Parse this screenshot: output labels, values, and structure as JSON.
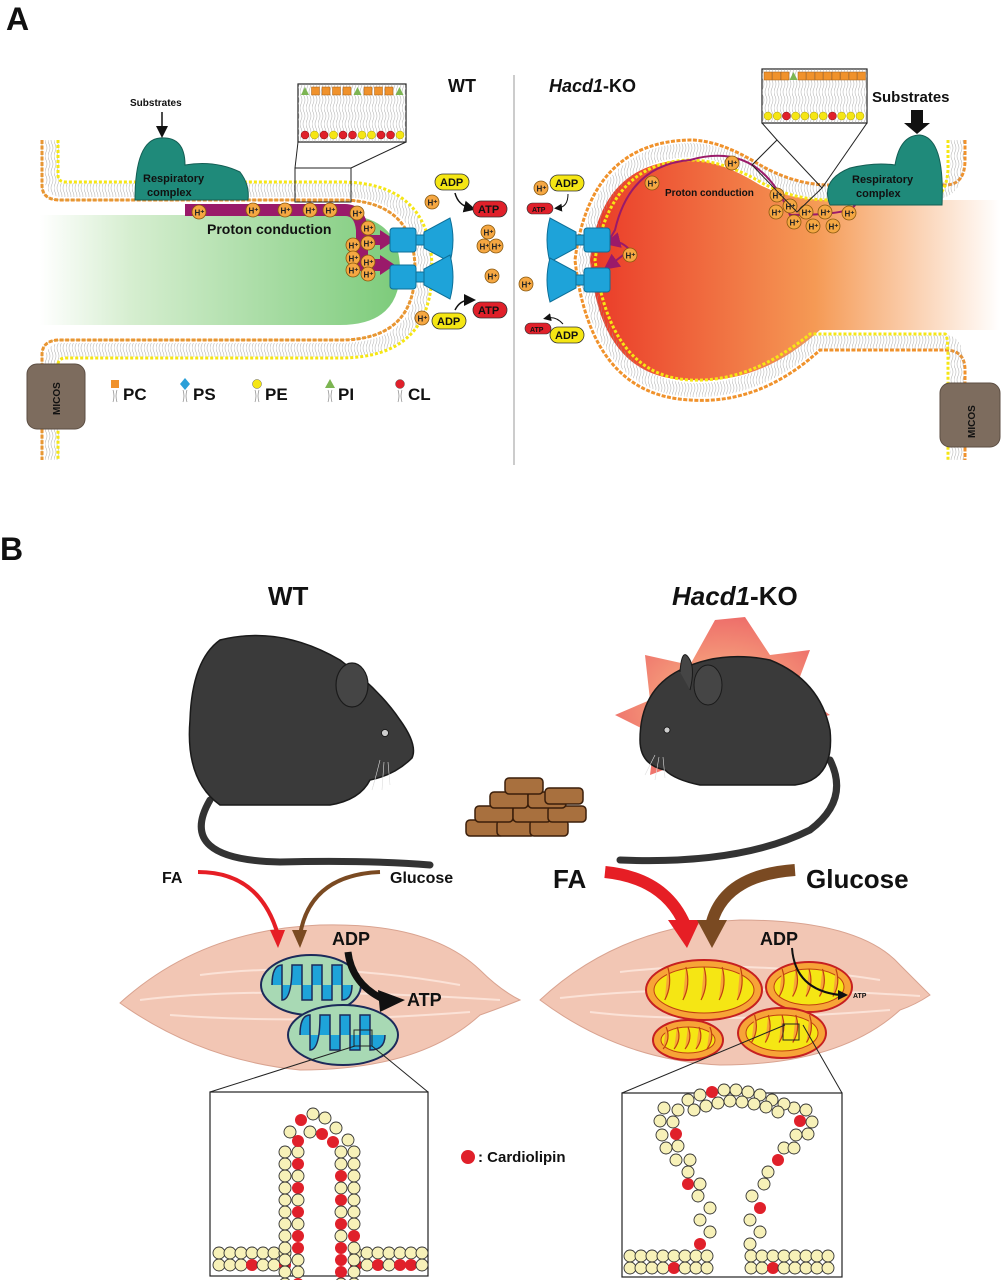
{
  "panel_a": {
    "panel_label": "A",
    "wt": {
      "title": "WT",
      "substrates": "Substrates",
      "complex_line1": "Respiratory",
      "complex_line2": "complex",
      "proton_conduction": "Proton conduction",
      "proton": "H+",
      "adp": "ADP",
      "atp": "ATP"
    },
    "ko": {
      "title_italic": "Hacd1",
      "title_suffix": "-KO",
      "substrates": "Substrates",
      "complex_line1": "Respiratory",
      "complex_line2": "complex",
      "proton_conduction": "Proton conduction",
      "adp": "ADP",
      "atp": "ATP"
    },
    "micos": "MICOS",
    "legend": [
      {
        "label": "PC",
        "shape": "square",
        "color": "#f0922c"
      },
      {
        "label": "PS",
        "shape": "diamond",
        "color": "#2a9fd8"
      },
      {
        "label": "PE",
        "shape": "circle",
        "color": "#f5e614"
      },
      {
        "label": "PI",
        "shape": "triangle",
        "color": "#7cb552"
      },
      {
        "label": "CL",
        "shape": "circle",
        "color": "#e0202a"
      }
    ]
  },
  "panel_b": {
    "panel_label": "B",
    "wt": {
      "title": "WT",
      "fa": "FA",
      "glucose": "Glucose",
      "adp": "ADP",
      "atp": "ATP"
    },
    "ko": {
      "title_italic": "Hacd1",
      "title_suffix": "-KO",
      "fa": "FA",
      "glucose": "Glucose",
      "adp": "ADP",
      "atp": "ATP"
    },
    "cardiolipin_legend": ": Cardiolipin"
  },
  "colors": {
    "pc": "#f0922c",
    "ps": "#2a9fd8",
    "pe": "#f5e614",
    "pi": "#7cb552",
    "cl": "#e0202a",
    "complex": "#1f8a7a",
    "atp_synthase": "#1ea3d9",
    "proton": "#f5a742",
    "proton_path": "#9a1a6a",
    "wt_matrix": "#8fd08a",
    "ko_matrix": "#ee4a2a",
    "mouse": "#3a3a3a",
    "muscle": "#f2c6b4",
    "fa_arrow": "#e61e25",
    "glucose_arrow": "#7a4a22",
    "lipid_bead": "#f7f1b8"
  }
}
